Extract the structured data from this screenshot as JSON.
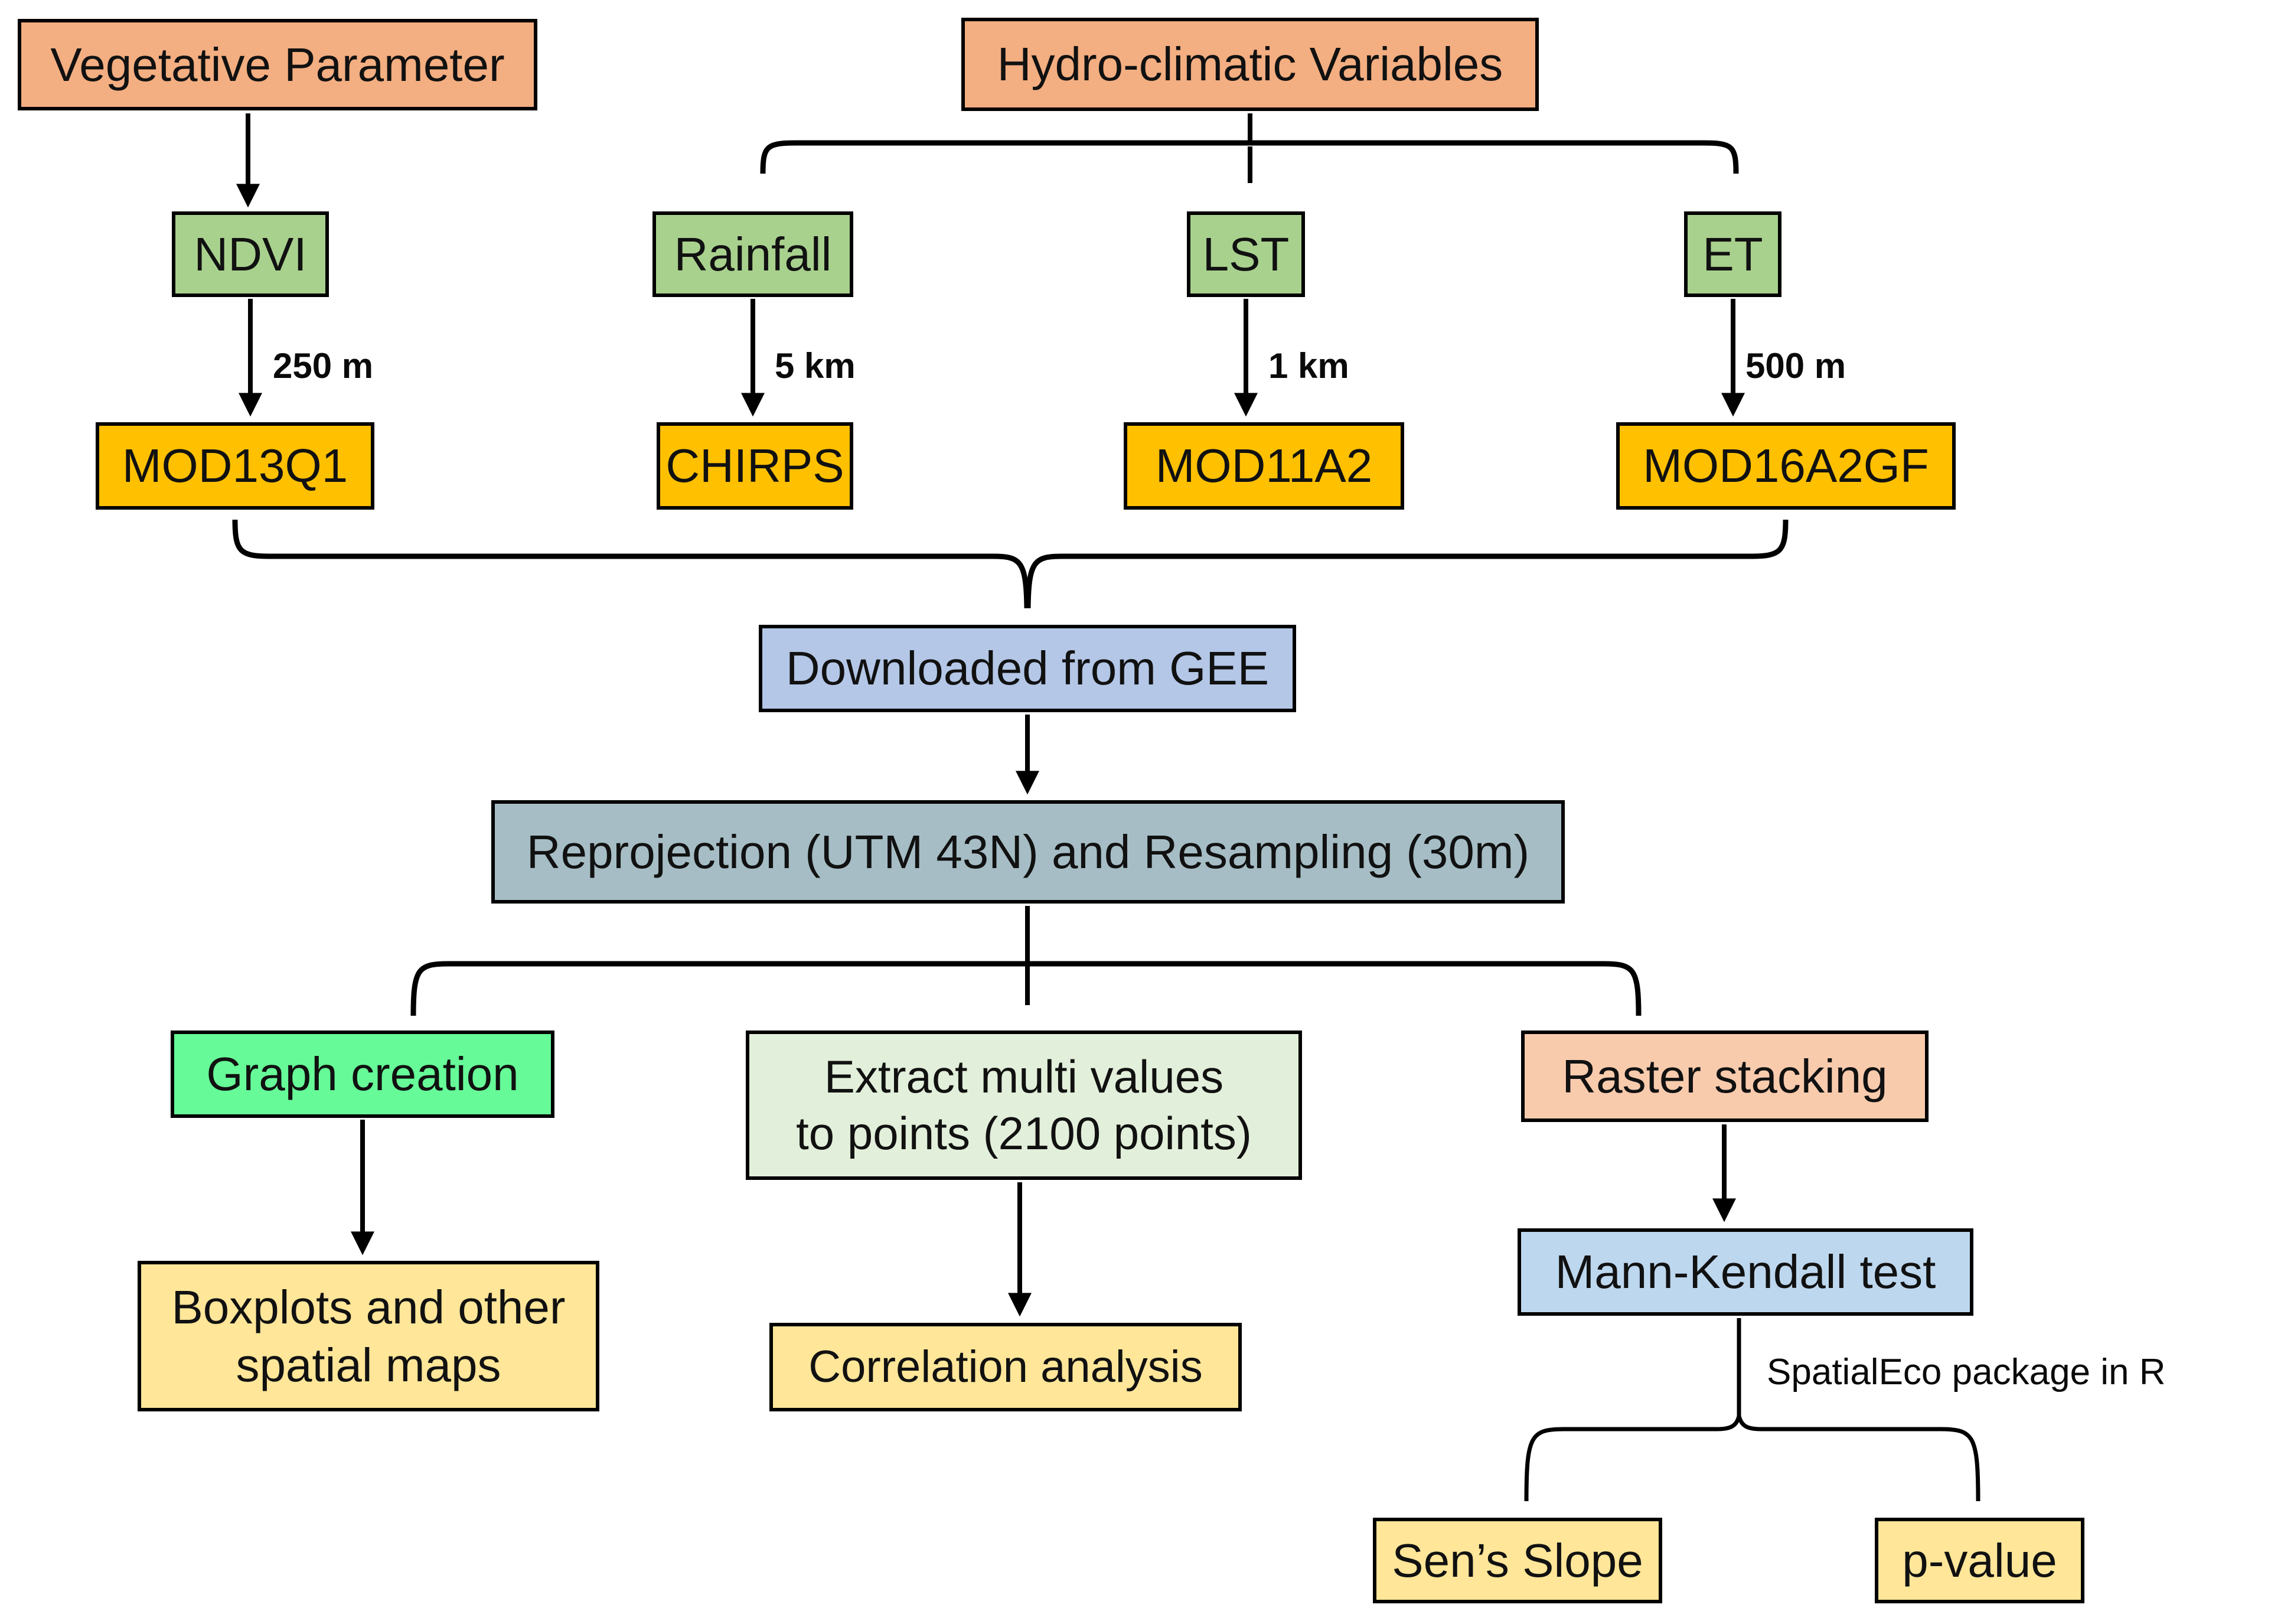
{
  "nodes": {
    "veg": {
      "label": "Vegetative Parameter",
      "color": "#F3AE81"
    },
    "hydro": {
      "label": "Hydro-climatic Variables",
      "color": "#F3AE81"
    },
    "ndvi": {
      "label": "NDVI",
      "color": "#A9D18E"
    },
    "rainfall": {
      "label": "Rainfall",
      "color": "#A9D18E"
    },
    "lst": {
      "label": "LST",
      "color": "#A9D18E"
    },
    "et": {
      "label": "ET",
      "color": "#A9D18E"
    },
    "mod13q1": {
      "label": "MOD13Q1",
      "color": "#FFC000"
    },
    "chirps": {
      "label": "CHIRPS",
      "color": "#FFC000"
    },
    "mod11a2": {
      "label": "MOD11A2",
      "color": "#FFC000"
    },
    "mod16a2gf": {
      "label": "MOD16A2GF",
      "color": "#FFC000"
    },
    "gee": {
      "label": "Downloaded from GEE",
      "color": "#B4C7E7"
    },
    "reproj": {
      "label": "Reprojection (UTM 43N) and Resampling (30m)",
      "color": "#A6BDC5"
    },
    "graph": {
      "label": "Graph creation",
      "color": "#66FB98"
    },
    "extract": {
      "line1": "Extract multi values",
      "line2": "to points (2100 points)",
      "color": "#E2EFDA"
    },
    "raster": {
      "label": "Raster stacking",
      "color": "#F8CBAD"
    },
    "boxplots": {
      "line1": "Boxplots and other",
      "line2": "spatial maps",
      "color": "#FFE699"
    },
    "correlation": {
      "label": "Correlation analysis",
      "color": "#FFE699"
    },
    "mk": {
      "label": "Mann-Kendall test",
      "color": "#BDD7EE"
    },
    "sens": {
      "label": "Sen’s Slope",
      "color": "#FFE699"
    },
    "pvalue": {
      "label": "p-value",
      "color": "#FFE699"
    }
  },
  "edge_labels": {
    "ndvi_resolution": "250 m",
    "rainfall_resolution": "5 km",
    "lst_resolution": "1 km",
    "et_resolution": "500 m"
  },
  "annotations": {
    "spatialeco": "SpatialEco package in R"
  }
}
